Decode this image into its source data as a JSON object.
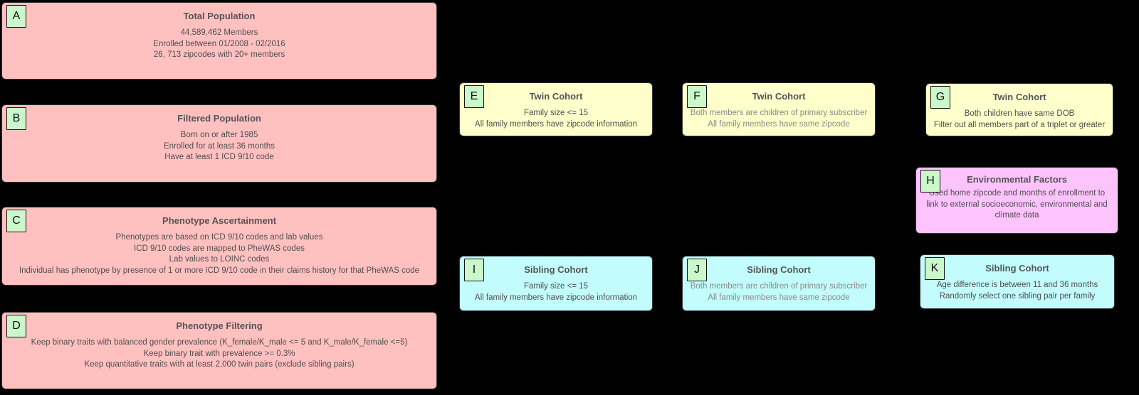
{
  "canvas": {
    "background": "#000000"
  },
  "palette": {
    "pink_fill": "#ffc0c0",
    "yellow_fill": "#ffffcb",
    "cyan_fill": "#c2fcfc",
    "magenta_fill": "#fcc3fc",
    "label_green_fill": "#caf8ca",
    "card_border": "#333333",
    "title_text": "#555555",
    "body_text": "#4f4f4f",
    "muted_body_text": "#8a8a8a"
  },
  "nodes": {
    "A": {
      "label": "A",
      "title": "Total Population",
      "lines": [
        "44,589,462 Members",
        "Enrolled between 01/2008 - 02/2016",
        "26, 713 zipcodes with 20+ members"
      ]
    },
    "B": {
      "label": "B",
      "title": "Filtered Population",
      "lines": [
        "Born on or after 1985",
        "Enrolled for at least 36 months",
        "Have at least 1 ICD 9/10 code"
      ]
    },
    "C": {
      "label": "C",
      "title": "Phenotype Ascertainment",
      "lines": [
        "Phenotypes are based on ICD 9/10 codes and lab values",
        "ICD 9/10 codes are mapped to PheWAS codes",
        "Lab values to LOINC codes",
        "Individual has phenotype by presence of 1 or more ICD 9/10 code in their claims history for that PheWAS code"
      ]
    },
    "D": {
      "label": "D",
      "title": "Phenotype Filtering",
      "lines": [
        "Keep binary traits with balanced gender prevalence (K_female/K_male <= 5 and K_male/K_female <=5)",
        "Keep binary trait with prevalence >= 0.3%",
        "Keep quantitative traits with at least 2,000 twin pairs (exclude sibling pairs)"
      ]
    },
    "E": {
      "label": "E",
      "title": "Twin Cohort",
      "lines": [
        "Family size <= 15",
        "All family members have zipcode information"
      ]
    },
    "F": {
      "label": "F",
      "title": "Twin Cohort",
      "lines": [
        "Both members are children of primary subscriber",
        "All family members have same zipcode"
      ]
    },
    "G": {
      "label": "G",
      "title": "Twin Cohort",
      "lines": [
        "Both children have same DOB",
        "Filter out all members part of a triplet or greater"
      ]
    },
    "H": {
      "label": "H",
      "title": "Environmental Factors",
      "lines": [
        "Used home zipcode and months of enrollment to",
        "link to external socioeconomic, environmental and",
        "climate data"
      ]
    },
    "I": {
      "label": "I",
      "title": "Sibling Cohort",
      "lines": [
        "Family size <= 15",
        "All family members have zipcode information"
      ]
    },
    "J": {
      "label": "J",
      "title": "Sibling Cohort",
      "lines": [
        "Both members are children of primary subscriber",
        "All family members have same zipcode"
      ]
    },
    "K": {
      "label": "K",
      "title": "Sibling Cohort",
      "lines": [
        "Age difference is between 11 and 36 months",
        "Randomly select one sibling pair per family"
      ]
    }
  }
}
